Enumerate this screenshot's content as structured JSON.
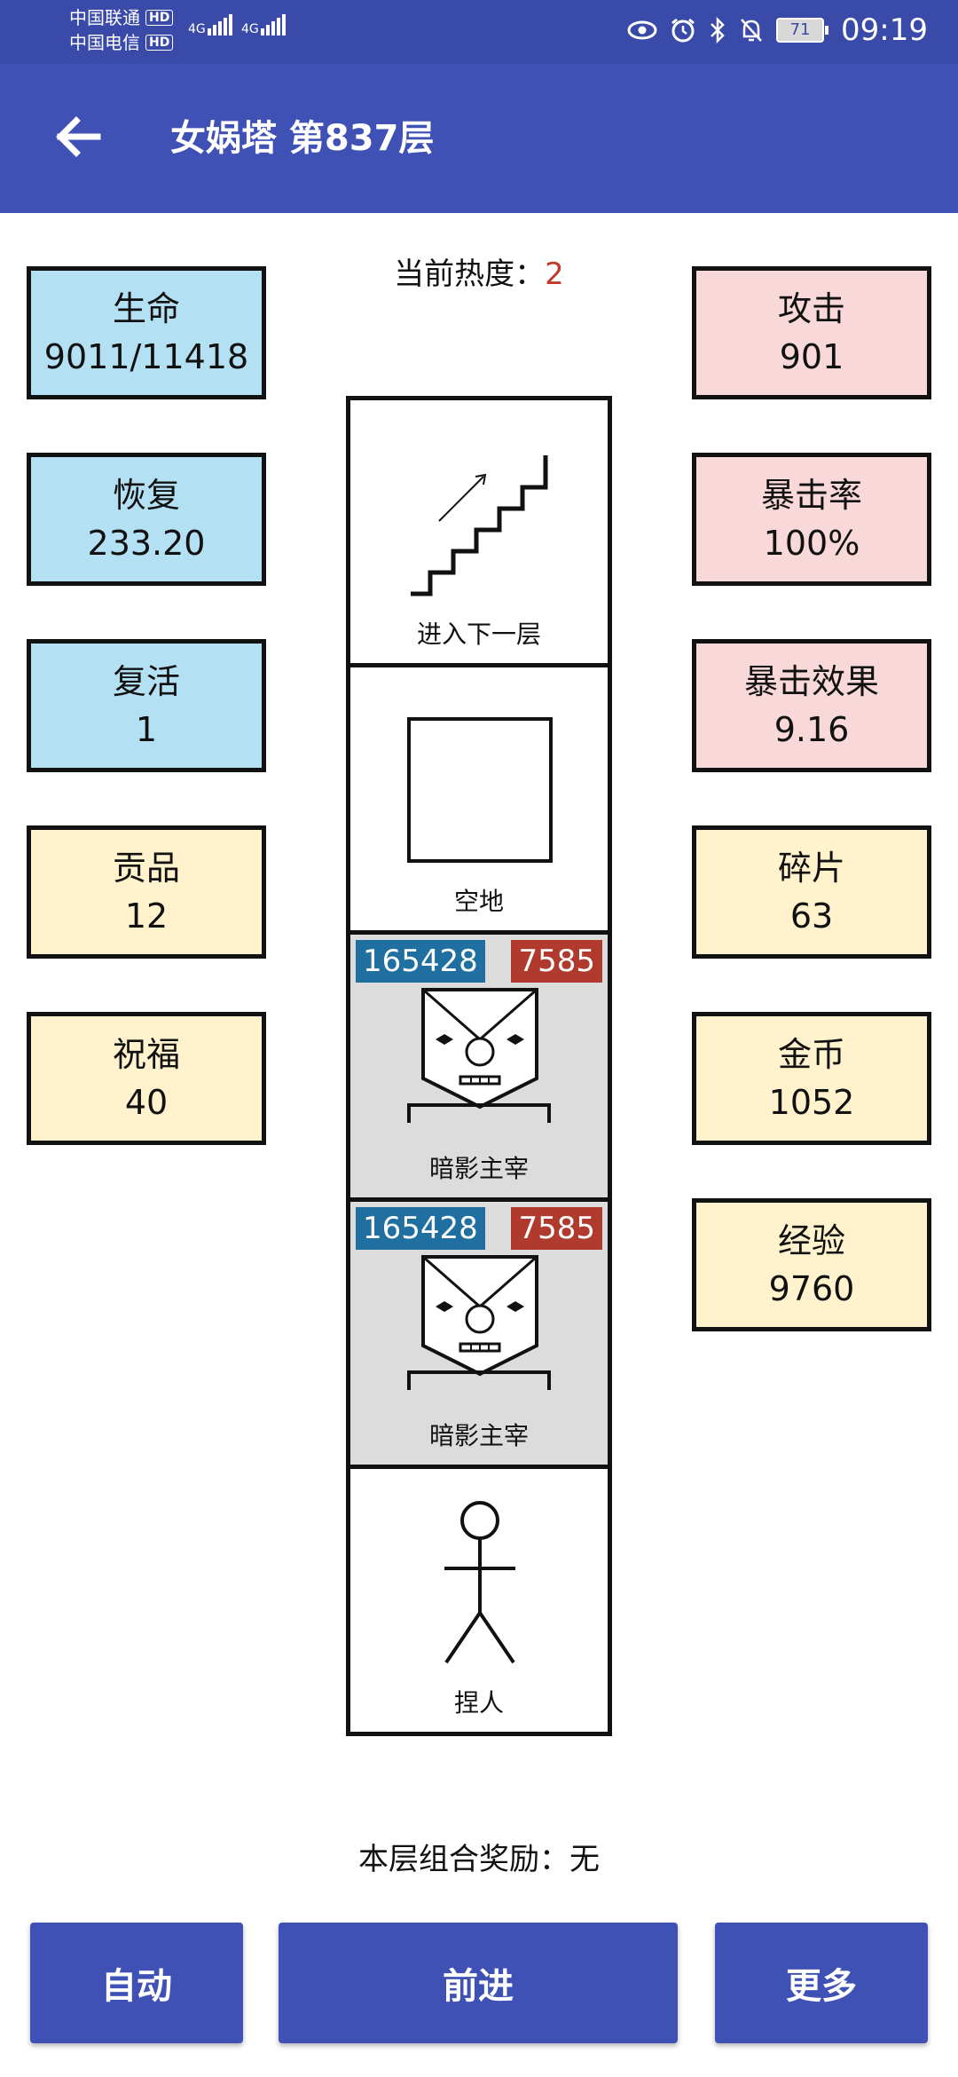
{
  "status_bar": {
    "carrier1": "中国联通",
    "carrier2": "中国电信",
    "hd_label": "HD",
    "net1": "4G",
    "net2": "4G",
    "battery": "71",
    "time": "09:19"
  },
  "app_bar": {
    "title": "女娲塔 第837层"
  },
  "heat": {
    "label": "当前热度：",
    "value": "2"
  },
  "left_stats": [
    {
      "label": "生命",
      "value": "9011/11418"
    },
    {
      "label": "恢复",
      "value": "233.20"
    },
    {
      "label": "复活",
      "value": "1"
    },
    {
      "label": "贡品",
      "value": "12"
    },
    {
      "label": "祝福",
      "value": "40"
    }
  ],
  "right_stats": [
    {
      "label": "攻击",
      "value": "901"
    },
    {
      "label": "暴击率",
      "value": "100%"
    },
    {
      "label": "暴击效果",
      "value": "9.16"
    },
    {
      "label": "碎片",
      "value": "63"
    },
    {
      "label": "金币",
      "value": "1052"
    },
    {
      "label": "经验",
      "value": "9760"
    }
  ],
  "tower": {
    "cells": [
      {
        "label": "进入下一层",
        "icon": "stairs-icon"
      },
      {
        "label": "空地",
        "icon": "empty-square-icon"
      },
      {
        "label": "暗影主宰",
        "icon": "shadow-lord-icon",
        "hp": "165428",
        "atk": "7585"
      },
      {
        "label": "暗影主宰",
        "icon": "shadow-lord-icon",
        "hp": "165428",
        "atk": "7585"
      },
      {
        "label": "捏人",
        "icon": "stick-figure-icon"
      }
    ]
  },
  "combo": {
    "label": "本层组合奖励：无"
  },
  "buttons": {
    "auto": "自动",
    "forward": "前进",
    "more": "更多"
  },
  "colors": {
    "primary": "#3f51b5",
    "hp_badge": "#1f6fa0",
    "atk_badge": "#b03a2e",
    "heat_value": "#c0392b"
  }
}
